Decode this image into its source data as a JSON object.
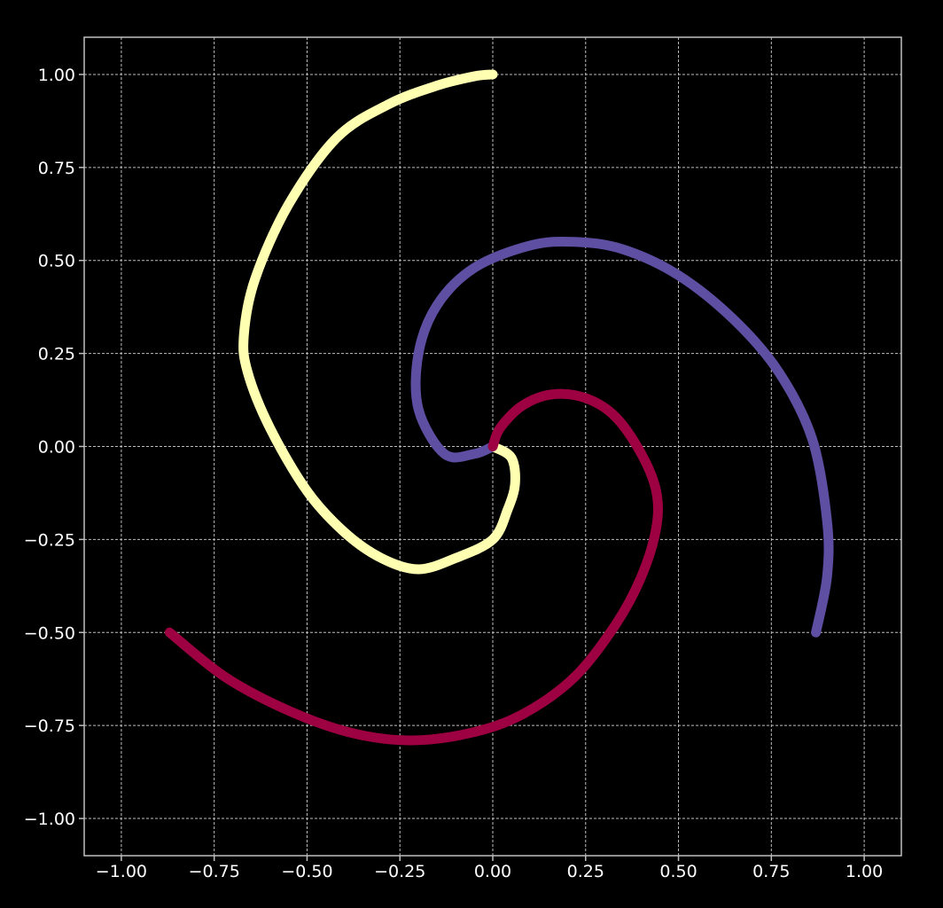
{
  "chart_data": {
    "type": "line",
    "title": "",
    "xlabel": "",
    "ylabel": "",
    "xlim": [
      -1.1,
      1.1
    ],
    "ylim": [
      -1.1,
      1.1
    ],
    "grid": true,
    "legend": "none",
    "background": "#000000",
    "axis_color": "#bfbfbf",
    "grid_color": "#bfbfbf",
    "x_ticks": [
      -1.0,
      -0.75,
      -0.5,
      -0.25,
      0.0,
      0.25,
      0.5,
      0.75,
      1.0
    ],
    "x_tick_labels": [
      "−1.00",
      "−0.75",
      "−0.50",
      "−0.25",
      "0.00",
      "0.25",
      "0.50",
      "0.75",
      "1.00"
    ],
    "y_ticks": [
      1.0,
      0.75,
      0.5,
      0.25,
      0.0,
      -0.25,
      -0.5,
      -0.75,
      -1.0
    ],
    "y_tick_labels": [
      "1.00",
      "0.75",
      "0.50",
      "0.25",
      "0.00",
      "−0.25",
      "−0.50",
      "−0.75",
      "−1.00"
    ],
    "series": [
      {
        "color": "#ffffb2",
        "x": [
          0.0,
          0.05,
          0.06,
          0.04,
          0.0,
          -0.1,
          -0.2,
          -0.3,
          -0.4,
          -0.5,
          -0.6,
          -0.66,
          -0.67,
          -0.64,
          -0.55,
          -0.42,
          -0.28,
          -0.15,
          -0.05,
          0.0
        ],
        "y": [
          0.0,
          -0.03,
          -0.1,
          -0.17,
          -0.25,
          -0.3,
          -0.33,
          -0.3,
          -0.23,
          -0.12,
          0.05,
          0.2,
          0.3,
          0.45,
          0.65,
          0.83,
          0.92,
          0.97,
          0.995,
          1.0
        ]
      },
      {
        "color": "#5e4fa2",
        "x": [
          0.0,
          -0.05,
          -0.13,
          -0.2,
          -0.2,
          -0.15,
          -0.05,
          0.1,
          0.22,
          0.35,
          0.5,
          0.65,
          0.77,
          0.86,
          0.9,
          0.9,
          0.87
        ],
        "y": [
          0.0,
          -0.02,
          -0.02,
          0.1,
          0.25,
          0.38,
          0.48,
          0.54,
          0.55,
          0.53,
          0.46,
          0.34,
          0.2,
          0.02,
          -0.2,
          -0.35,
          -0.5
        ]
      },
      {
        "color": "#9e0142",
        "x": [
          0.0,
          0.02,
          0.08,
          0.16,
          0.25,
          0.33,
          0.4,
          0.44,
          0.44,
          0.4,
          0.33,
          0.22,
          0.08,
          -0.06,
          -0.22,
          -0.38,
          -0.55,
          -0.72,
          -0.87
        ],
        "y": [
          0.0,
          0.05,
          0.11,
          0.14,
          0.13,
          0.08,
          -0.02,
          -0.12,
          -0.22,
          -0.35,
          -0.48,
          -0.62,
          -0.72,
          -0.77,
          -0.79,
          -0.77,
          -0.71,
          -0.62,
          -0.5
        ]
      }
    ]
  }
}
